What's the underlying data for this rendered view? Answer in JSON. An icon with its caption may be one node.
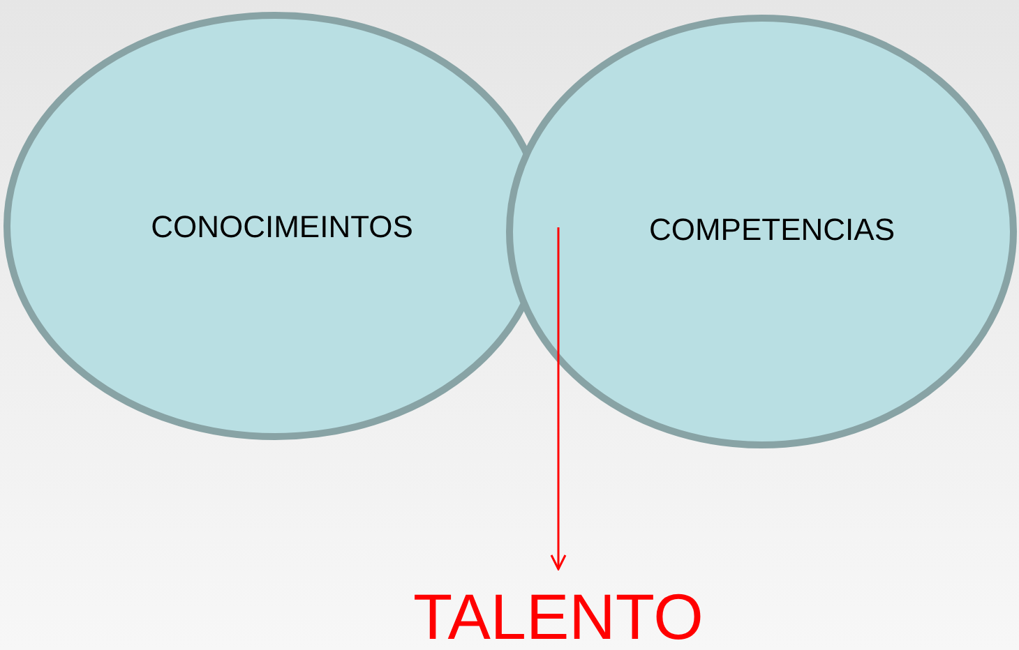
{
  "diagram": {
    "nodes": [
      {
        "text": [
          "CONOCIMEINTOS"
        ]
      },
      {
        "text": [
          "COMPETENCIAS"
        ]
      },
      {
        "text": [
          "TALENTO"
        ]
      }
    ],
    "edges": [
      {
        "from": 1,
        "to": 2,
        "arrow": "to",
        "color": "#ff0000"
      }
    ]
  }
}
